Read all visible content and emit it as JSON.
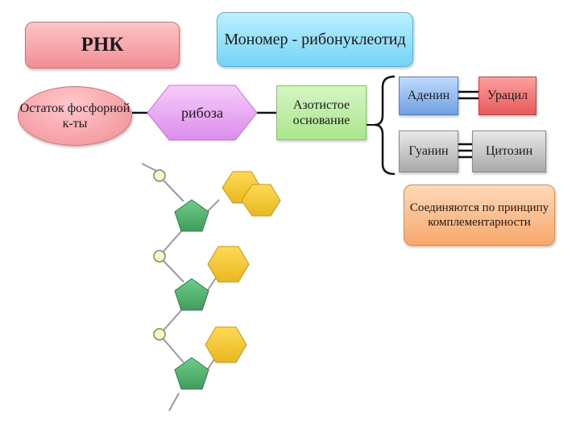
{
  "title": "РНК",
  "monomer": "Мономер - рибонуклеотид",
  "phosphate_residue": "Остаток фосфорной к-ты",
  "ribose": "рибоза",
  "nitrogen_base": "Азотистое основание",
  "bases": {
    "adenine": "Аденин",
    "uracil": "Урацил",
    "guanine": "Гуанин",
    "cytosine": "Цитозин"
  },
  "complementarity_note": "Соединяются по принципу комплементарности",
  "colors": {
    "phosphate": "#f08e94",
    "ribose": "#e6a0f2",
    "base": "#a9e68b",
    "sugar_pentagon": "#5dbb7a",
    "base_hexagon": "#f3c93a"
  }
}
